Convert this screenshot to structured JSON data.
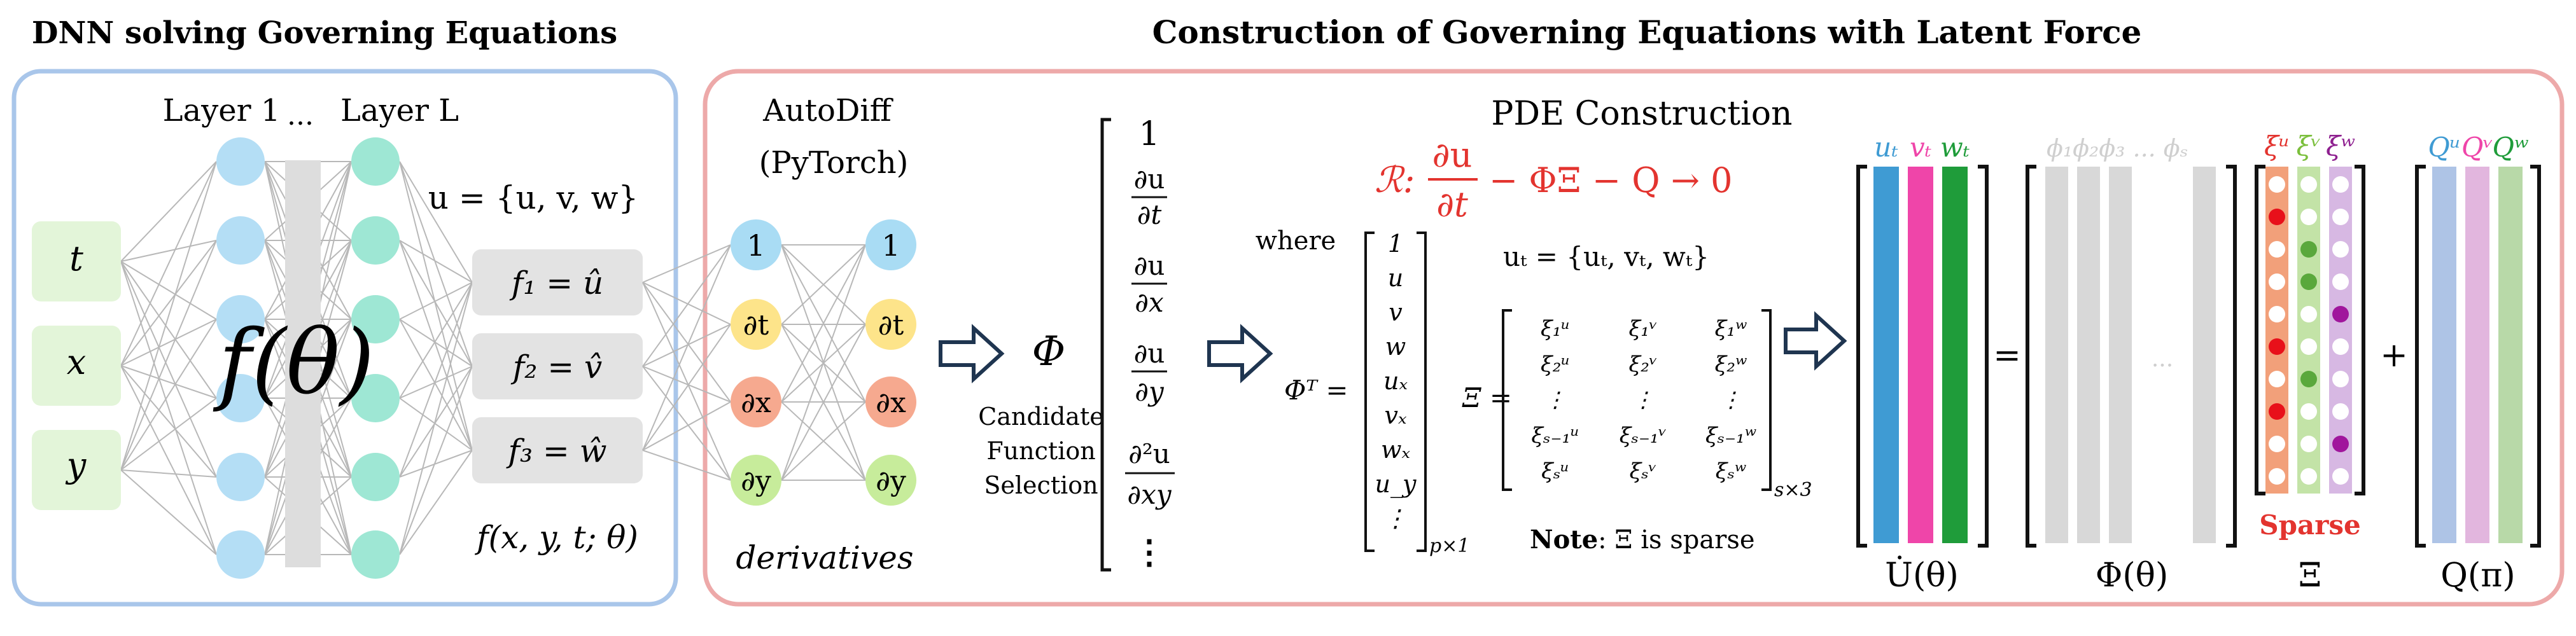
{
  "left_panel": {
    "title": "DNN solving Governing Equations",
    "layer_labels": [
      "Layer 1",
      "...",
      "Layer L"
    ],
    "inputs": [
      "t",
      "x",
      "y"
    ],
    "network_label": "f(θ)",
    "u_def": "u = {u, v, w}",
    "outputs": [
      "f₁ = û",
      "f₂ = v̂",
      "f₃ = ŵ"
    ],
    "function_label": "f(x, y, t; θ)",
    "colors": {
      "border": "#a9c6ea",
      "input_box": "#e3f5d9",
      "layer1": "#b4def5",
      "layerL": "#9ee7d4",
      "divider": "#dddddd",
      "output_box": "#e3e3e3"
    }
  },
  "right_panel": {
    "title": "Construction of Governing Equations with Latent Force",
    "colors": {
      "border": "#eda9a9",
      "red": "#e3342f",
      "arrow": "#1f3550"
    }
  },
  "autodiff": {
    "title_line1": "AutoDiff",
    "title_line2": "(PyTorch)",
    "nodes": [
      "1",
      "∂t",
      "∂x",
      "∂y"
    ],
    "node_colors": [
      "#a9dcf4",
      "#fde48a",
      "#f6a98f",
      "#c7ec9b"
    ],
    "caption": "derivatives"
  },
  "phi": {
    "symbol": "Φ",
    "caption": [
      "Candidate",
      "Function",
      "Selection"
    ],
    "vector": [
      "1",
      "∂u/∂t",
      "∂u/∂x",
      "∂u/∂y",
      "∂²u/∂xy",
      "⋮"
    ]
  },
  "pde": {
    "title": "PDE Construction",
    "residual_prefix": "ℛ:",
    "residual_num": "∂u",
    "residual_den": "∂t",
    "residual_tail": "− ΦΞ − Q → 0",
    "where": "where",
    "ut_def": "uₜ = {uₜ, vₜ, wₜ}",
    "phiT_label": "Φᵀ =",
    "phiT_entries": [
      "1",
      "u",
      "v",
      "w",
      "uₓ",
      "vₓ",
      "wₓ",
      "u_y",
      "⋮"
    ],
    "phiT_dims": "p×1",
    "xi_label": "Ξ =",
    "xi_rows": [
      [
        "ξ₁ᵘ",
        "ξ₁ᵛ",
        "ξ₁ʷ"
      ],
      [
        "ξ₂ᵘ",
        "ξ₂ᵛ",
        "ξ₂ʷ"
      ],
      [
        "⋮",
        "⋮",
        "⋮"
      ],
      [
        "ξₛ₋₁ᵘ",
        "ξₛ₋₁ᵛ",
        "ξₛ₋₁ʷ"
      ],
      [
        "ξₛᵘ",
        "ξₛᵛ",
        "ξₛʷ"
      ]
    ],
    "xi_dims": "s×3",
    "note_bold": "Note",
    "note_rest": ": Ξ is sparse"
  },
  "system": {
    "udot_headers": [
      "uₜ",
      "vₜ",
      "wₜ"
    ],
    "udot_colors": [
      "#3f9bd3",
      "#ef45a9",
      "#1f9c3a"
    ],
    "udot_label": "U̇(θ)",
    "equals": "=",
    "phi_headers": "ϕ₁ϕ₂ϕ₃ ... ϕₛ",
    "phi_dots": "...",
    "phi_label": "Φ(θ)",
    "xi_headers": [
      "ξᵘ",
      "ξᵛ",
      "ξʷ"
    ],
    "xi_header_colors": [
      "#e3342f",
      "#7bbf3c",
      "#8e1f8f"
    ],
    "xi_col_colors": [
      "#f2a07a",
      "#c3e3a7",
      "#d7b8e3"
    ],
    "xi_active": [
      [
        1,
        5,
        7
      ],
      [
        2,
        3,
        6
      ],
      [
        4,
        8
      ]
    ],
    "xi_dot_colors": [
      "#e8101a",
      "#5aa83c",
      "#a0169c"
    ],
    "sparse_label": "Sparse",
    "xi_label": "Ξ",
    "plus": "+",
    "q_headers": [
      "Qᵘ",
      "Qᵛ",
      "Qʷ"
    ],
    "q_colors": [
      "#aec4e6",
      "#e2b6de",
      "#b8d9a8"
    ],
    "q_label": "Q(π)"
  }
}
